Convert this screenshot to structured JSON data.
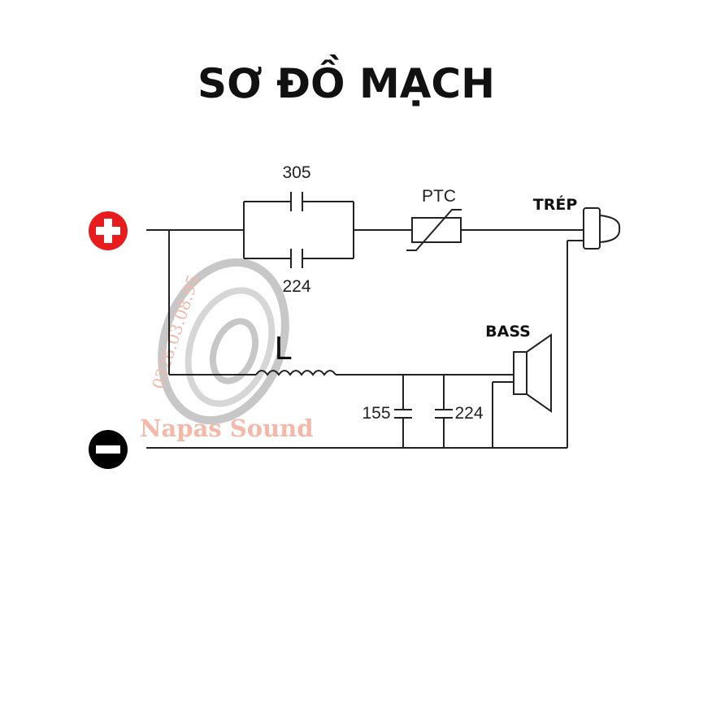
{
  "title": "SƠ ĐỒ MẠCH",
  "labels": {
    "cap_top": "305",
    "cap_bottom": "224",
    "ptc": "PTC",
    "tweeter": "TRÉP",
    "bass": "BASS",
    "inductor": "L",
    "cap_155": "155",
    "cap_224_low": "224"
  },
  "watermark": {
    "brand": "Napas Sound",
    "phone": "0326.03.08.95"
  },
  "colors": {
    "positive": "#e81c1c",
    "negative": "#000000",
    "watermark": "#f4b8a8"
  },
  "icons": {
    "positive_terminal": "plus-circle-icon",
    "negative_terminal": "minus-circle-icon",
    "tweeter": "tweeter-speaker-icon",
    "bass": "woofer-speaker-icon"
  }
}
